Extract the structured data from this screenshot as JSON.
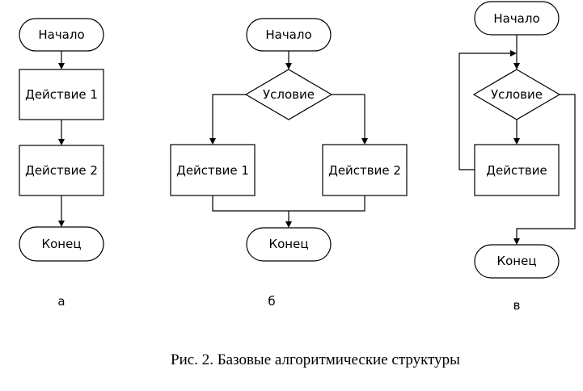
{
  "diagram_a": {
    "start": "Начало",
    "action1": "Действие 1",
    "action2": "Действие 2",
    "end": "Конец",
    "letter": "а"
  },
  "diagram_b": {
    "start": "Начало",
    "condition": "Условие",
    "action1": "Действие 1",
    "action2": "Действие 2",
    "end": "Конец",
    "letter": "б"
  },
  "diagram_c": {
    "start": "Начало",
    "condition": "Условие",
    "action": "Действие",
    "end": "Конец",
    "letter": "в"
  },
  "caption": "Рис. 2. Базовые алгоритмические структуры"
}
